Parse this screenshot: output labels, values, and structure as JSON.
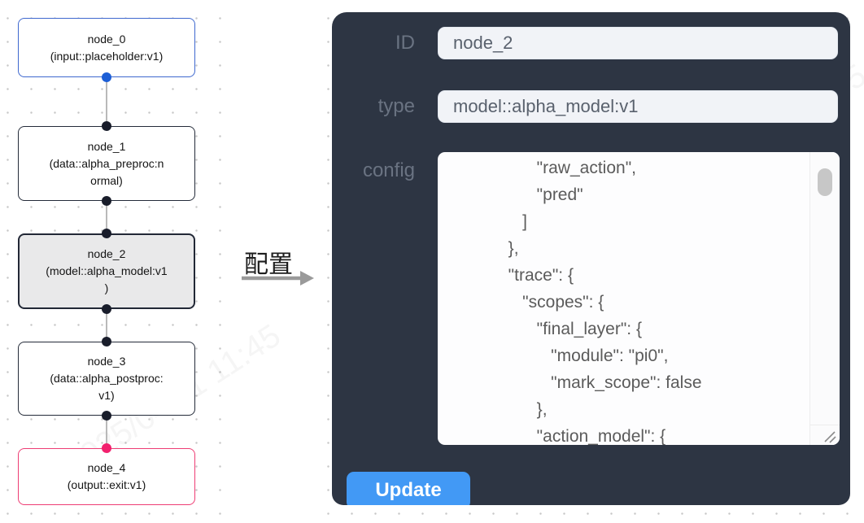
{
  "watermark": {
    "text": "2025/04/11 11:45"
  },
  "transfer": {
    "label": "配置"
  },
  "flow": {
    "nodes": [
      {
        "id": "node_0",
        "variant": "input",
        "lines": [
          "node_0",
          "(input::placeholder:v1)"
        ]
      },
      {
        "id": "node_1",
        "variant": "default",
        "lines": [
          "node_1",
          "(data::alpha_preproc:n",
          "ormal)"
        ]
      },
      {
        "id": "node_2",
        "variant": "selected",
        "lines": [
          "node_2",
          "(model::alpha_model:v1",
          ")"
        ]
      },
      {
        "id": "node_3",
        "variant": "default",
        "lines": [
          "node_3",
          "(data::alpha_postproc:",
          "v1)"
        ]
      },
      {
        "id": "node_4",
        "variant": "output",
        "lines": [
          "node_4",
          "(output::exit:v1)"
        ]
      }
    ],
    "colors": {
      "input_border": "#3e68cf",
      "output_border": "#ee3d74",
      "default_border": "#242b39",
      "selected_bg": "#e9e9ea",
      "edge": "#b9b9b9",
      "port_blue": "#1c5ed6",
      "port_dark": "#191d2b",
      "port_pink": "#f2216e"
    }
  },
  "panel": {
    "id_label": "ID",
    "id_value": "node_2",
    "type_label": "type",
    "type_value": "model::alpha_model:v1",
    "config_label": "config",
    "config_text": "              \"raw_action\",\n              \"pred\"\n           ]\n        },\n        \"trace\": {\n           \"scopes\": {\n              \"final_layer\": {\n                 \"module\": \"pi0\",\n                 \"mark_scope\": false\n              },\n              \"action_model\": {",
    "update_label": "Update",
    "colors": {
      "panel_bg": "#2d3543",
      "button_bg": "#4299f5",
      "label_fg": "#6a7382"
    }
  }
}
